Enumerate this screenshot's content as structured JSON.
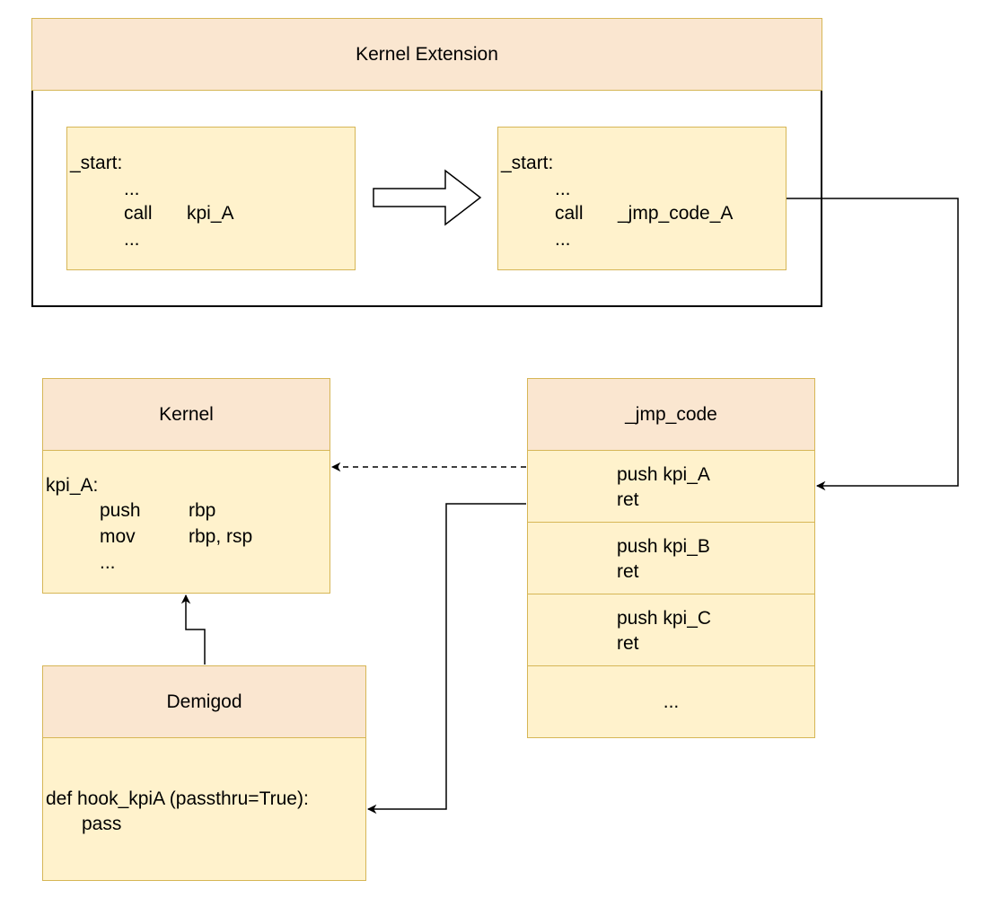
{
  "kernel_extension": {
    "title": "Kernel Extension",
    "left_code": {
      "label": "_start:",
      "line1": "...",
      "line2_op": "call",
      "line2_arg": "kpi_A",
      "line3": "..."
    },
    "right_code": {
      "label": "_start:",
      "line1": "...",
      "line2_op": "call",
      "line2_arg": "_jmp_code_A",
      "line3": "..."
    }
  },
  "kernel": {
    "title": "Kernel",
    "label": "kpi_A:",
    "rows": [
      {
        "op": "push",
        "arg": "rbp"
      },
      {
        "op": "mov",
        "arg": "rbp, rsp"
      }
    ],
    "ellipsis": "..."
  },
  "jmp_code": {
    "title": "_jmp_code",
    "entries": [
      {
        "push": "push kpi_A",
        "ret": "ret"
      },
      {
        "push": "push kpi_B",
        "ret": "ret"
      },
      {
        "push": "push kpi_C",
        "ret": "ret"
      }
    ],
    "ellipsis": "..."
  },
  "demigod": {
    "title": "Demigod",
    "def_line": "def hook_kpiA (passthru=True):",
    "body_line": "pass"
  }
}
